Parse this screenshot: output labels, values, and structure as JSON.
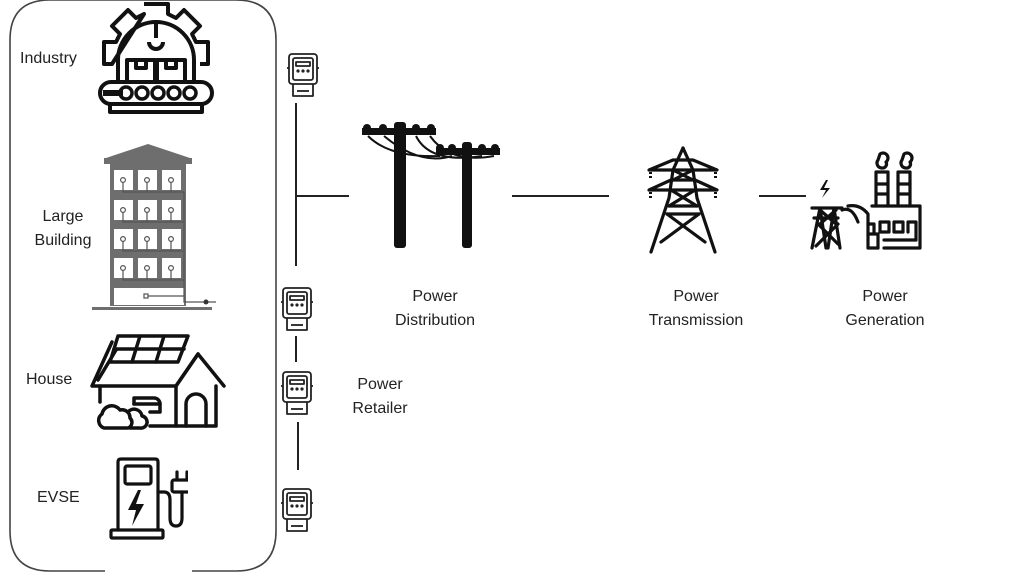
{
  "diagram": {
    "title": "",
    "consumers_group": {
      "items": [
        {
          "id": "industry",
          "label": "Industry",
          "icon": "factory-gear-conveyor-icon"
        },
        {
          "id": "large_building",
          "label_line1": "Large",
          "label_line2": "Building",
          "icon": "apartment-building-icon"
        },
        {
          "id": "house",
          "label": "House",
          "icon": "house-solar-panel-icon"
        },
        {
          "id": "evse",
          "label": "EVSE",
          "icon": "ev-charging-station-icon"
        }
      ]
    },
    "meters": {
      "icon": "electricity-meter-icon",
      "count": 4
    },
    "nodes": [
      {
        "id": "retailer",
        "line1": "Power",
        "line2": "Retailer",
        "icon": "electricity-meter-icon"
      },
      {
        "id": "distribution",
        "line1": "Power",
        "line2": "Distribution",
        "icon": "utility-poles-icon"
      },
      {
        "id": "transmission",
        "line1": "Power",
        "line2": "Transmission",
        "icon": "transmission-tower-icon"
      },
      {
        "id": "generation",
        "line1": "Power",
        "line2": "Generation",
        "icon": "power-plant-icon"
      }
    ],
    "connections": [
      {
        "from": "generation",
        "to": "transmission"
      },
      {
        "from": "transmission",
        "to": "distribution"
      },
      {
        "from": "distribution",
        "to": "meter-industry"
      },
      {
        "from": "distribution",
        "to": "meter-building"
      },
      {
        "from": "meter-building",
        "to": "meter-house"
      },
      {
        "from": "meter-house",
        "to": "meter-evse"
      }
    ],
    "colors": {
      "stroke": "#1a1a1a",
      "group_border": "#444444",
      "building_fill": "#6e6e6e",
      "text": "#222222"
    }
  }
}
